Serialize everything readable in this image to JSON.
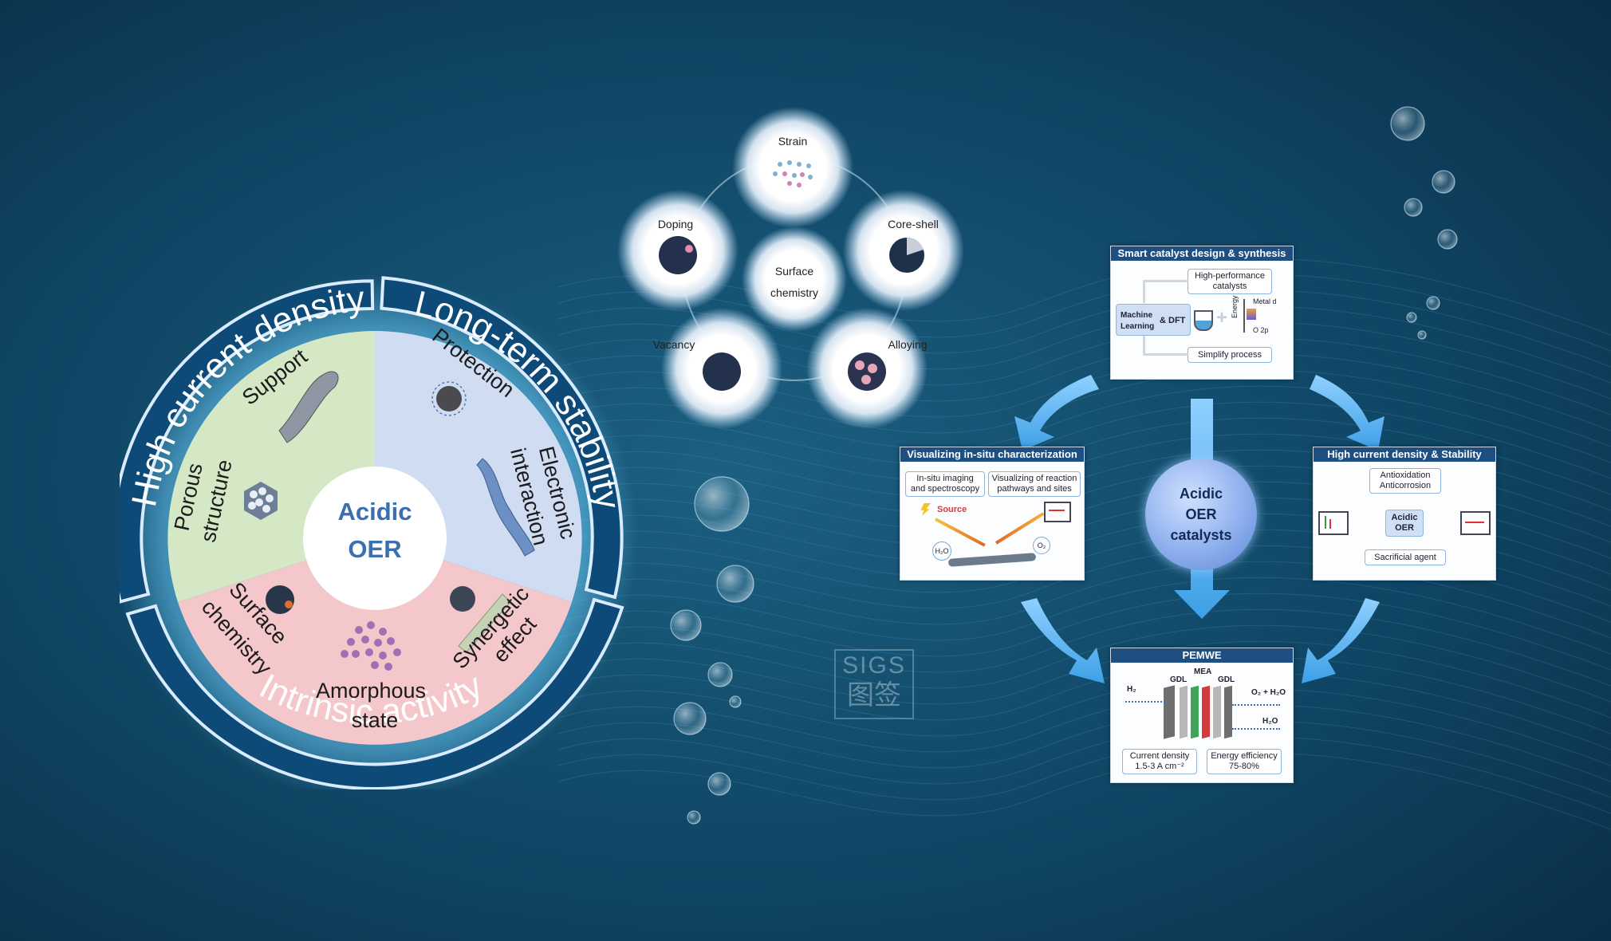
{
  "wheel": {
    "center_line1": "Acidic",
    "center_line2": "OER",
    "ring_top_left": "High current density",
    "ring_top_right": "Long-term stability",
    "ring_bottom": "Intrinsic activity",
    "support": "Support",
    "porous_1": "Porous",
    "porous_2": "structure",
    "protection": "Protection",
    "electronic_1": "Electronic",
    "electronic_2": "interaction",
    "surface_1": "Surface",
    "surface_2": "chemistry",
    "amorphous_1": "Amorphous",
    "amorphous_2": "state",
    "synergetic_1": "Synergetic",
    "synergetic_2": "effect",
    "colors": {
      "green": "#d4e8c6",
      "blue": "#cfdcf2",
      "pink": "#f4c7cb",
      "ring": "#0e4a78",
      "center_text": "#3a6fb0"
    }
  },
  "surface_chem": {
    "center_1": "Surface",
    "center_2": "chemistry",
    "strain": "Strain",
    "doping": "Doping",
    "core_shell": "Core-shell",
    "vacancy": "Vacancy",
    "alloying": "Alloying"
  },
  "workflow": {
    "center_1": "Acidic",
    "center_2": "OER",
    "center_3": "catalysts",
    "smart": {
      "title": "Smart catalyst design & synthesis",
      "ml_1": "Machine",
      "ml_2": "Learning",
      "dft": "& DFT",
      "hp_1": "High-performance",
      "hp_2": "catalysts",
      "simplify": "Simplify process",
      "energy": "Energy",
      "metal_d": "Metal d",
      "o2p": "O 2p"
    },
    "visual": {
      "title": "Visualizing in-situ characterization",
      "imaging_1": "In-situ imaging",
      "imaging_2": "and spectroscopy",
      "reaction_1": "Visualizing of reaction",
      "reaction_2": "pathways and sites",
      "source": "Source",
      "h2o": "H₂O",
      "o2": "O₂"
    },
    "stability": {
      "title": "High current density & Stability",
      "anti_1": "Antioxidation",
      "anti_2": "Anticorrosion",
      "center_1": "Acidic",
      "center_2": "OER",
      "sacrificial": "Sacrificial agent"
    },
    "pemwe": {
      "title": "PEMWE",
      "mea": "MEA",
      "gdl_left": "GDL",
      "gdl_right": "GDL",
      "h2": "H₂",
      "o2_h2o": "O₂ + H₂O",
      "h2o": "H₂O",
      "cd_1": "Current density",
      "cd_2": "1.5-3 A cm⁻²",
      "ee_1": "Energy efficiency",
      "ee_2": "75-80%"
    }
  },
  "watermark": {
    "text": "SIGS",
    "glyphs": "图签"
  }
}
